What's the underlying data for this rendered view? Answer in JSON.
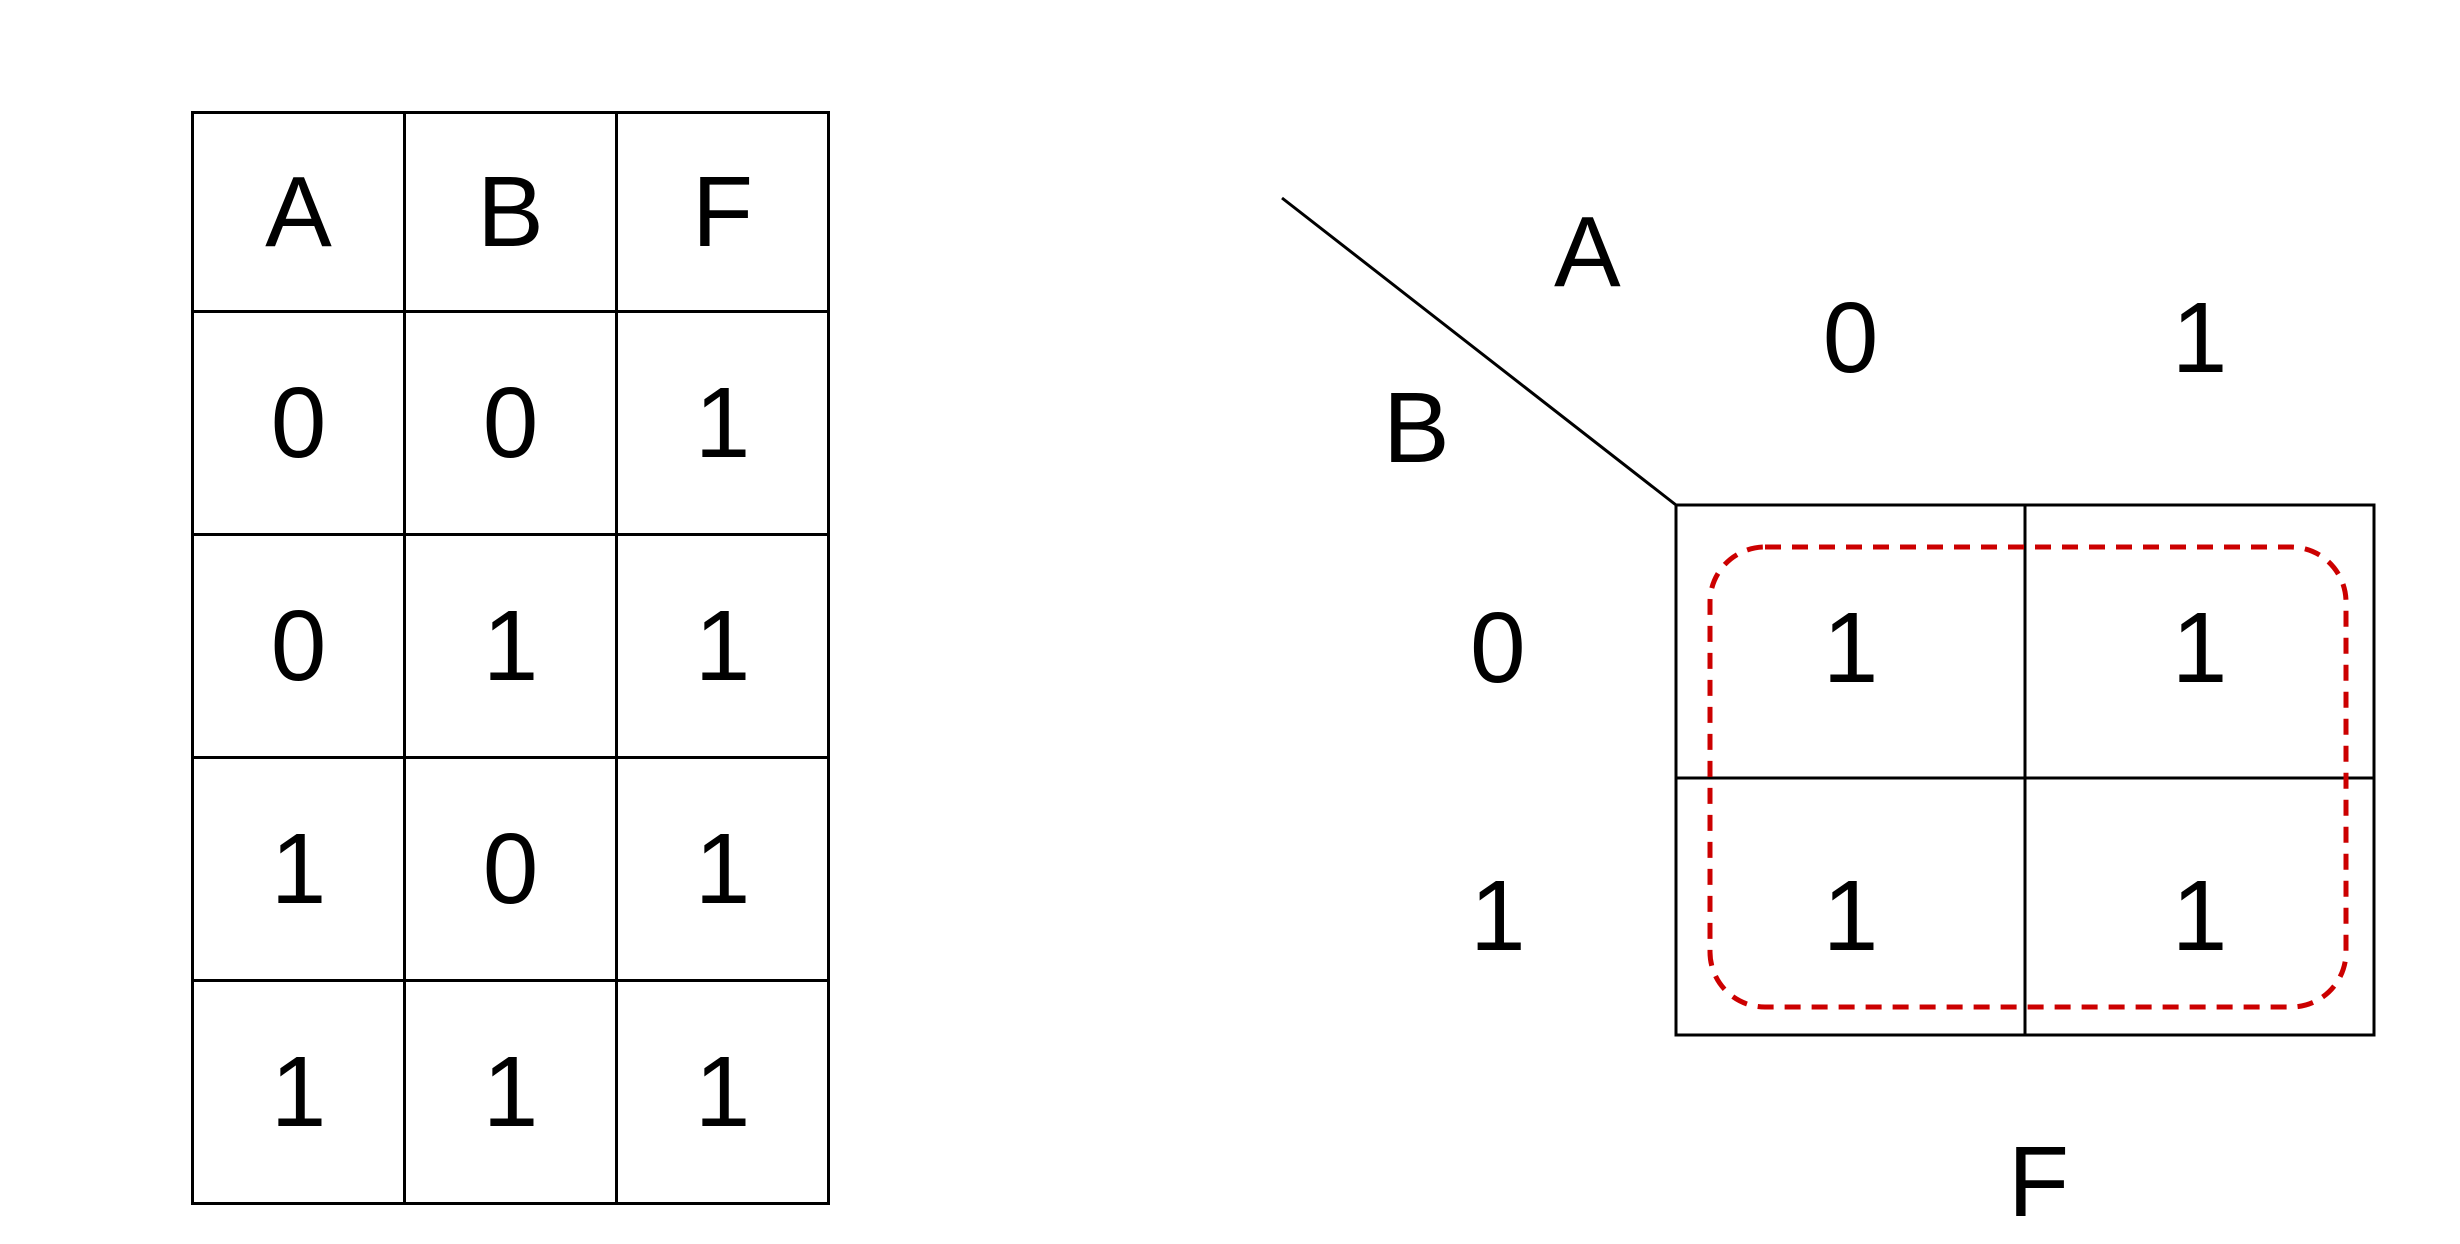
{
  "truth_table": {
    "headers": [
      "A",
      "B",
      "F"
    ],
    "rows": [
      [
        "0",
        "0",
        "1"
      ],
      [
        "0",
        "1",
        "1"
      ],
      [
        "1",
        "0",
        "1"
      ],
      [
        "1",
        "1",
        "1"
      ]
    ]
  },
  "kmap": {
    "col_var": "A",
    "row_var": "B",
    "col_values": [
      "0",
      "1"
    ],
    "row_values": [
      "0",
      "1"
    ],
    "cells": [
      [
        "1",
        "1"
      ],
      [
        "1",
        "1"
      ]
    ],
    "output_label": "F",
    "group_color": "#cc0000"
  }
}
